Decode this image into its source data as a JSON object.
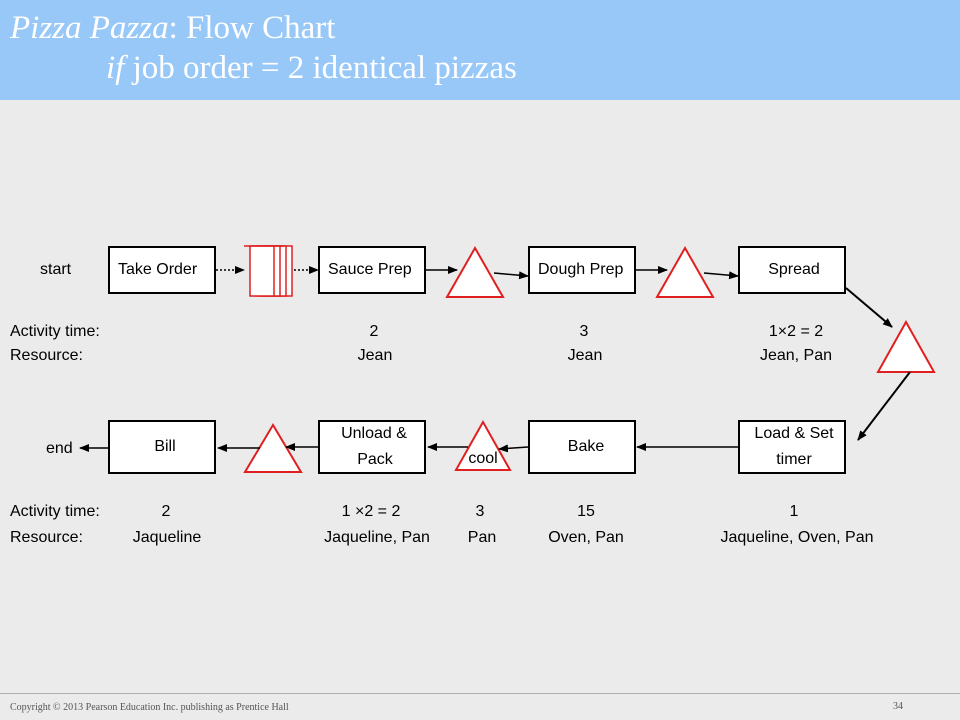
{
  "title": {
    "prefix": "Pizza Pazza",
    "suffix": ": Flow Chart",
    "line2_italic": "if",
    "line2_rest": " job order = 2 identical pizzas"
  },
  "start_label": "start",
  "end_label": "end",
  "activities": {
    "take_order": "Take Order",
    "sauce_prep": "Sauce Prep",
    "dough_prep": "Dough Prep",
    "spread": "Spread",
    "load_set_line1": "Load & Set",
    "load_set_line2": "timer",
    "bake": "Bake",
    "cool": "cool",
    "unload_line1": "Unload &",
    "unload_line2": "Pack",
    "bill": "Bill"
  },
  "row1": {
    "activity_label": "Activity time:",
    "resource_label": "Resource:",
    "sauce_time": "2",
    "sauce_resource": "Jean",
    "dough_time": "3",
    "dough_resource": "Jean",
    "spread_time": "1×2 = 2",
    "spread_resource": "Jean, Pan"
  },
  "row2": {
    "activity_label": "Activity time:",
    "resource_label": "Resource:",
    "bill_time": "2",
    "bill_resource": "Jaqueline",
    "unload_time": "1 ×2 = 2",
    "unload_resource": "Jaqueline, Pan",
    "cool_time": "3",
    "cool_resource": "Pan",
    "bake_time": "15",
    "bake_resource": "Oven, Pan",
    "load_time": "1",
    "load_resource": "Jaqueline, Oven, Pan"
  },
  "footer": {
    "copyright": "Copyright © 2013 Pearson Education Inc. publishing as Prentice Hall",
    "page": "34"
  },
  "colors": {
    "header": "#98c8f8",
    "buffer": "#e02020",
    "background": "#ebebeb"
  }
}
